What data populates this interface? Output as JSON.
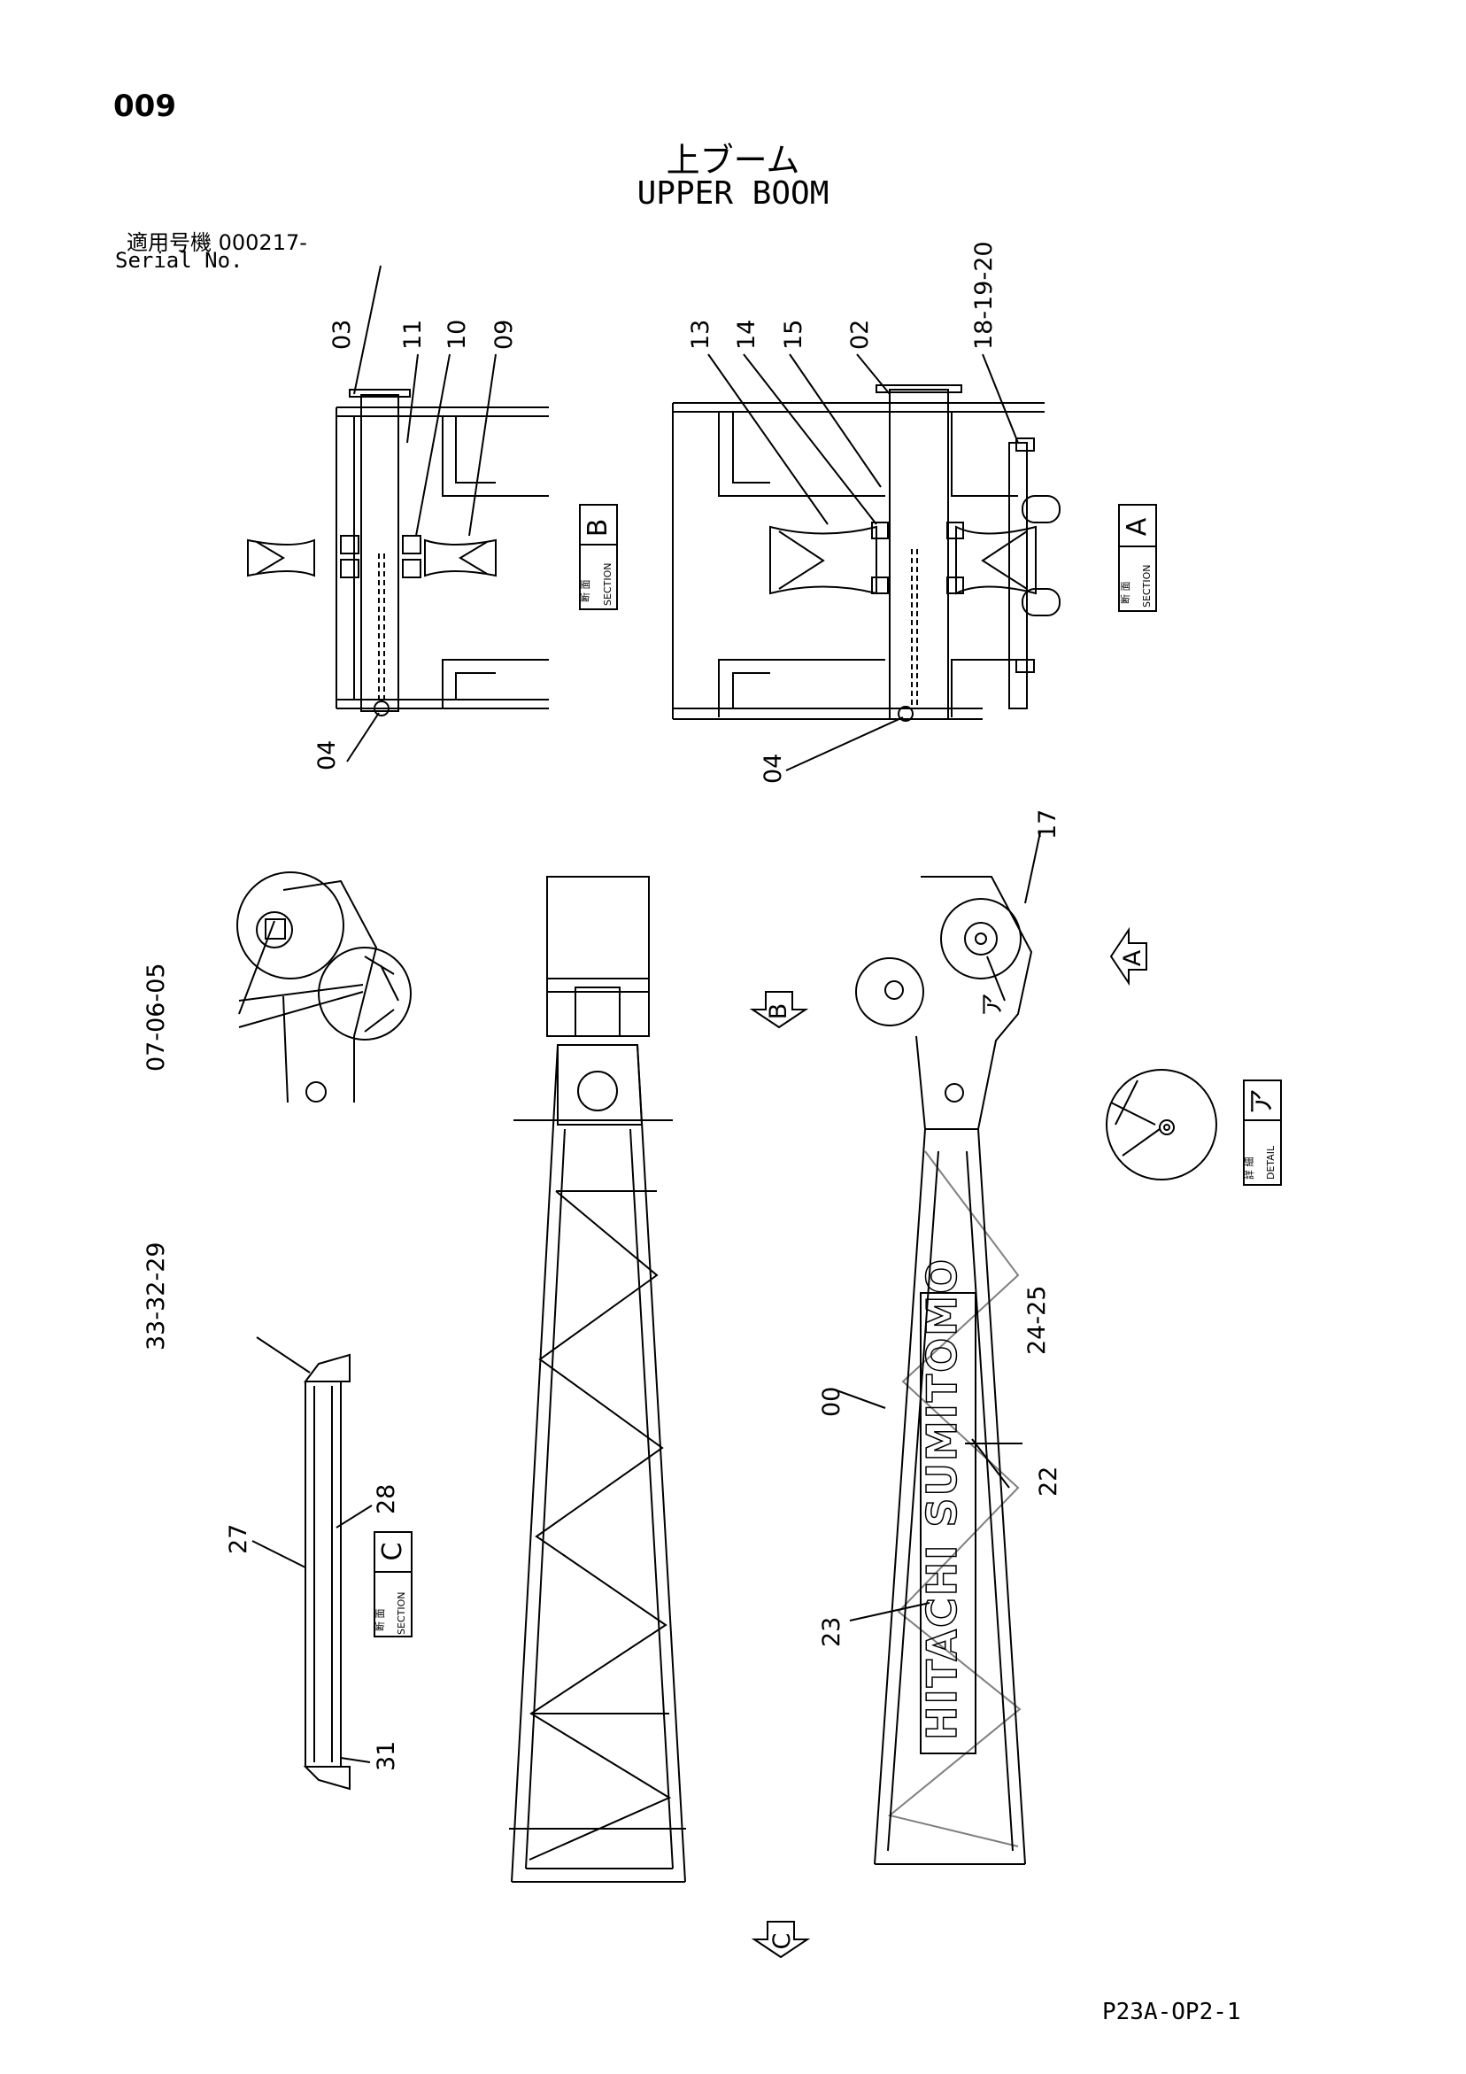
{
  "page_number": "009",
  "title_jp": "上ブーム",
  "title_en": "UPPER BOOM",
  "serial_jp": "適用号機  000217-",
  "serial_en": "Serial No.",
  "doc_code": "P23A-OP2-1",
  "section_tags": {
    "section_jp": "断 面",
    "section_en": "SECTION",
    "detail_jp": "詳 細",
    "detail_en": "DETAIL",
    "a": "A",
    "b": "B",
    "c": "C",
    "detail": "ア"
  },
  "view_arrows": {
    "a": "A",
    "b": "B",
    "c": "C"
  },
  "logo_text": "HITACHI SUMITOMO",
  "part_labels": {
    "p00": "00",
    "p02": "02",
    "p03": "03",
    "p04a": "04",
    "p04b": "04",
    "p05": "07-06-05",
    "p09": "09",
    "p10": "10",
    "p11": "11",
    "p13": "13",
    "p14": "14",
    "p15": "15",
    "p17": "17",
    "p18": "18-19-20",
    "p22": "22",
    "p23": "23",
    "p24": "24-25",
    "p27": "27",
    "p28": "28",
    "p29": "33-32-29",
    "p31": "31",
    "detail_marker": "ア"
  }
}
